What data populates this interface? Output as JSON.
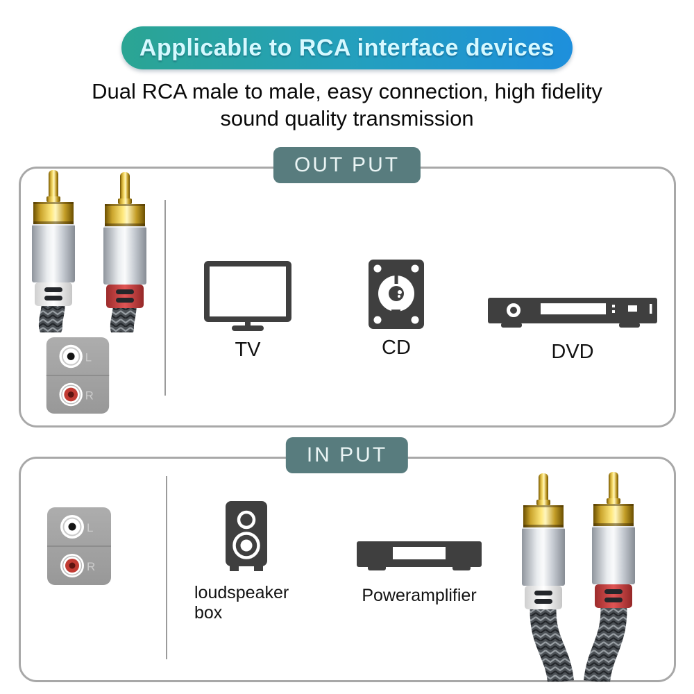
{
  "banner": {
    "text": "Applicable to RCA interface devices"
  },
  "subtitle": {
    "line1": "Dual RCA male to male, easy connection, high fidelity",
    "line2": "sound quality transmission"
  },
  "output_section": {
    "label": "OUT PUT",
    "devices": [
      {
        "label": "TV"
      },
      {
        "label": "CD"
      },
      {
        "label": "DVD"
      }
    ]
  },
  "input_section": {
    "label": "IN PUT",
    "devices": [
      {
        "label": "loudspeaker box"
      },
      {
        "label": "Poweramplifier"
      }
    ]
  },
  "jack_panel": {
    "left": "L",
    "right": "R"
  },
  "colors": {
    "banner_gradient_start": "#2BA593",
    "banner_gradient_end": "#1E8FDC",
    "banner_text": "#D6F9FF",
    "section_label_bg": "#587C7E",
    "box_border": "#A8A8A8",
    "icon_dark": "#3F3F3F",
    "rca_band_red": "#CE4747",
    "rca_band_white": "#F7F7F7",
    "jack_red": "#C23B33",
    "cable_braid": "#4C5156"
  }
}
